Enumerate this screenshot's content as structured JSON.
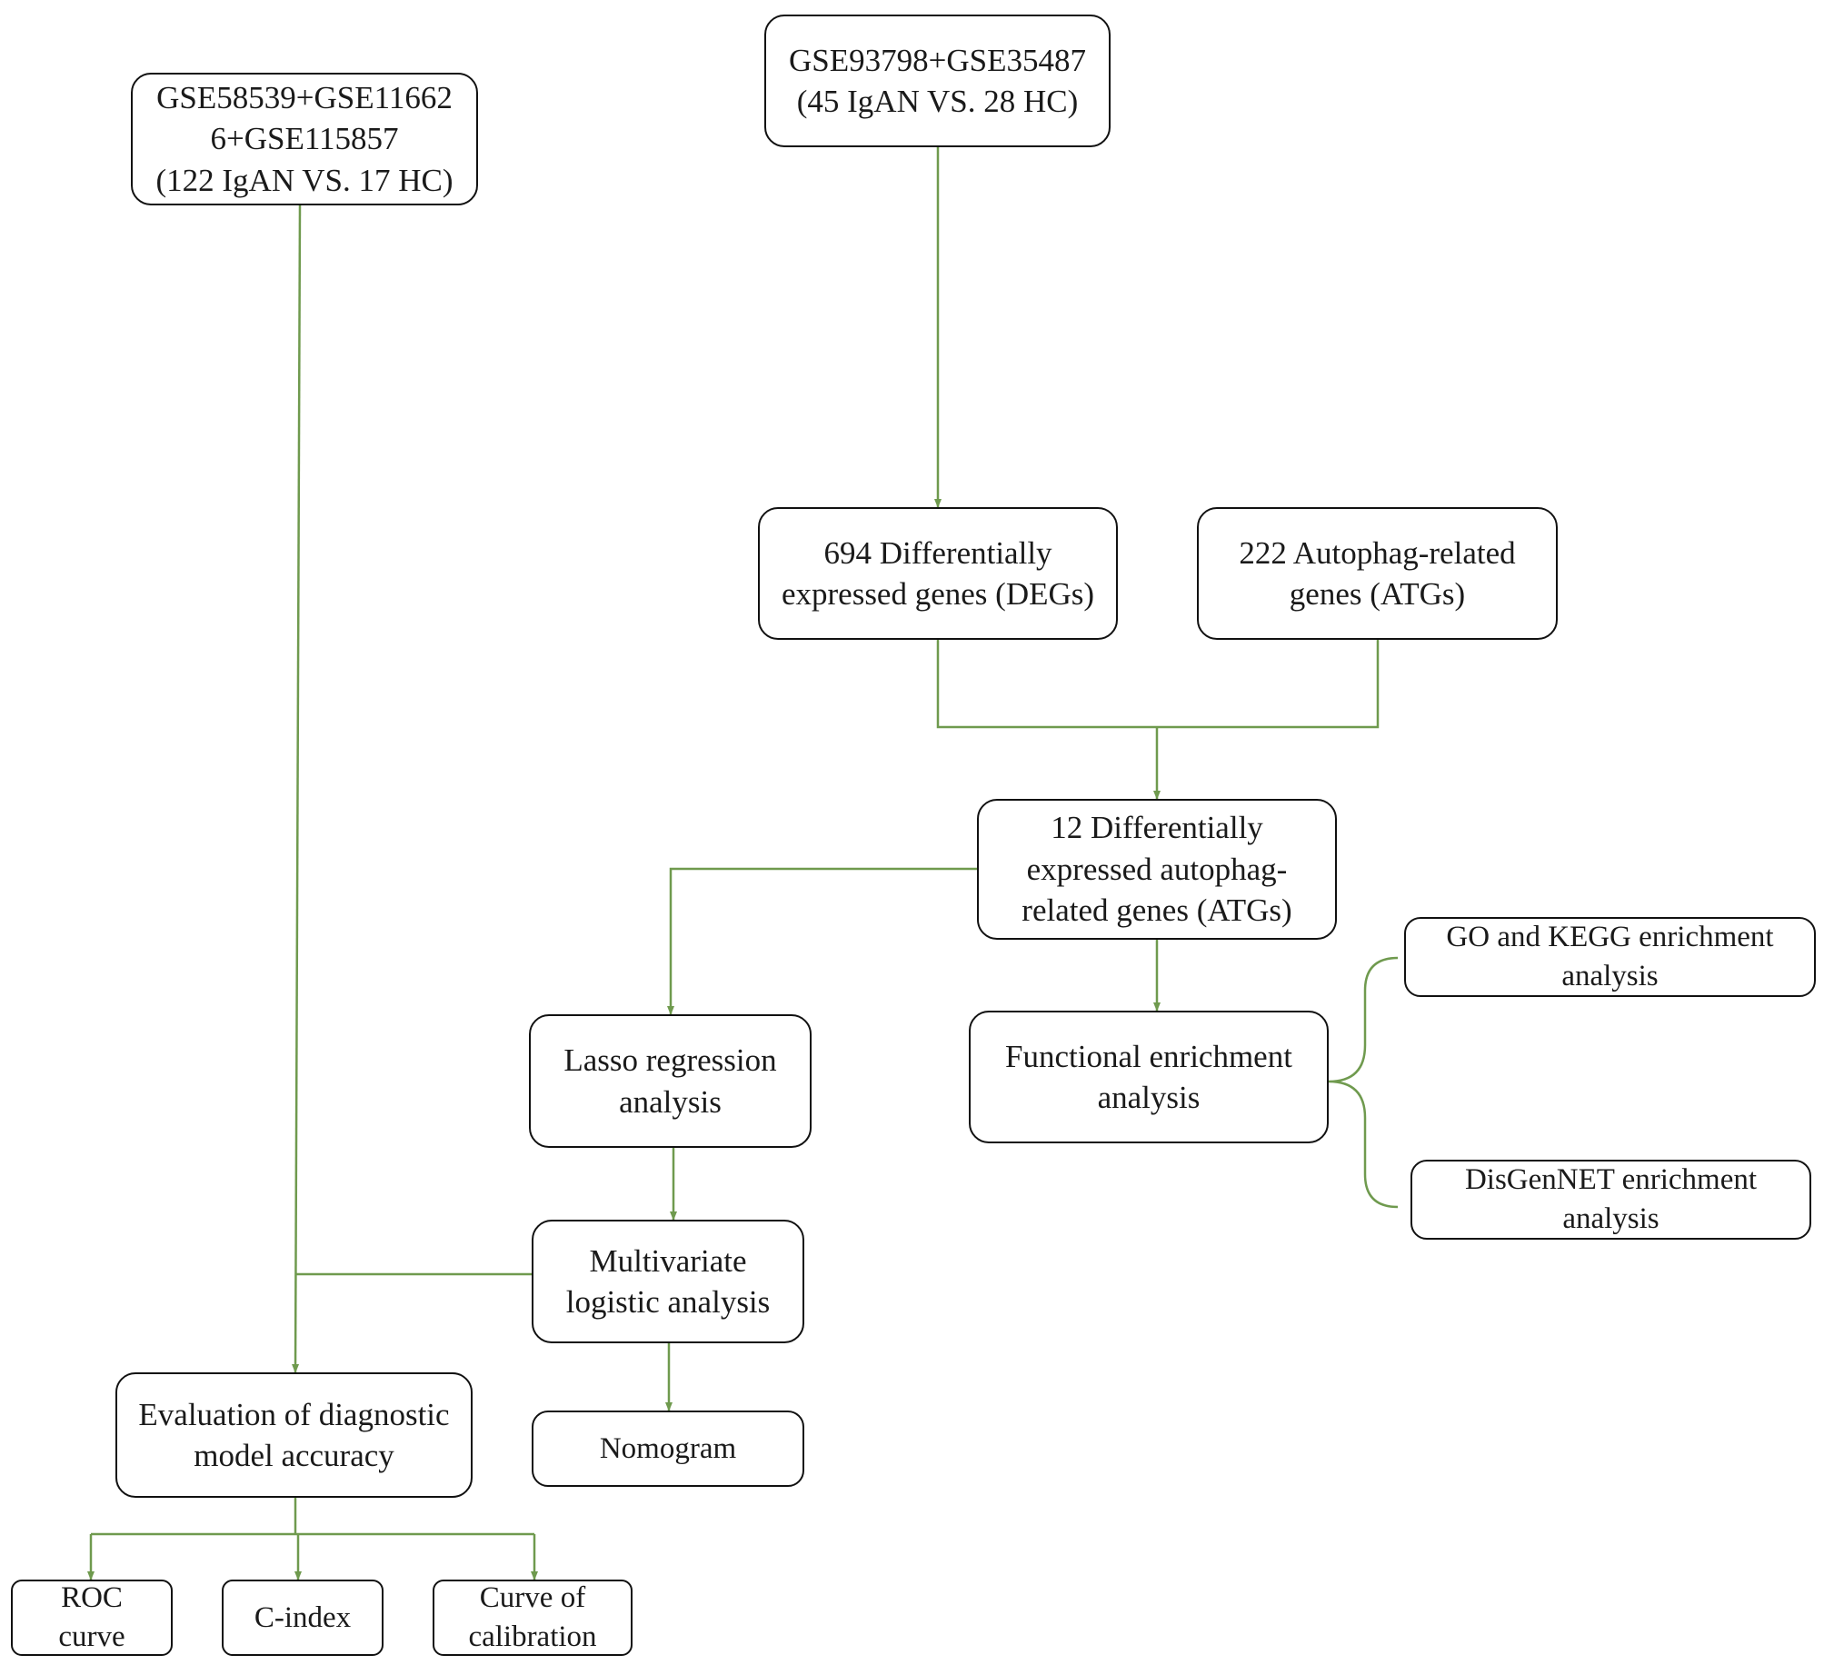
{
  "colors": {
    "connector": "#6f9a4e",
    "box_border": "#111111",
    "text": "#1a1a1a"
  },
  "nodes": {
    "gse_validation": [
      "GSE58539+GSE11662",
      "6+GSE115857",
      "(122 IgAN VS. 17 HC)"
    ],
    "gse_training": [
      "GSE93798+GSE35487",
      "(45 IgAN VS. 28 HC)"
    ],
    "degs": [
      "694 Differentially",
      "expressed genes (DEGs)"
    ],
    "atgs": [
      "222 Autophag-related",
      "genes (ATGs)"
    ],
    "de_atgs": [
      "12 Differentially",
      "expressed autophag-",
      "related genes (ATGs)"
    ],
    "lasso": [
      "Lasso regression",
      "analysis"
    ],
    "functional": [
      "Functional enrichment",
      "analysis"
    ],
    "go_kegg": [
      "GO and KEGG enrichment",
      "analysis"
    ],
    "disgenet": [
      "DisGenNET enrichment",
      "analysis"
    ],
    "multivariate": [
      "Multivariate",
      "logistic analysis"
    ],
    "evaluation": [
      "Evaluation of diagnostic",
      "model accuracy"
    ],
    "nomogram": [
      "Nomogram"
    ],
    "roc": [
      "ROC",
      "curve"
    ],
    "cindex": [
      "C-index"
    ],
    "calibration": [
      "Curve of",
      "calibration"
    ]
  }
}
